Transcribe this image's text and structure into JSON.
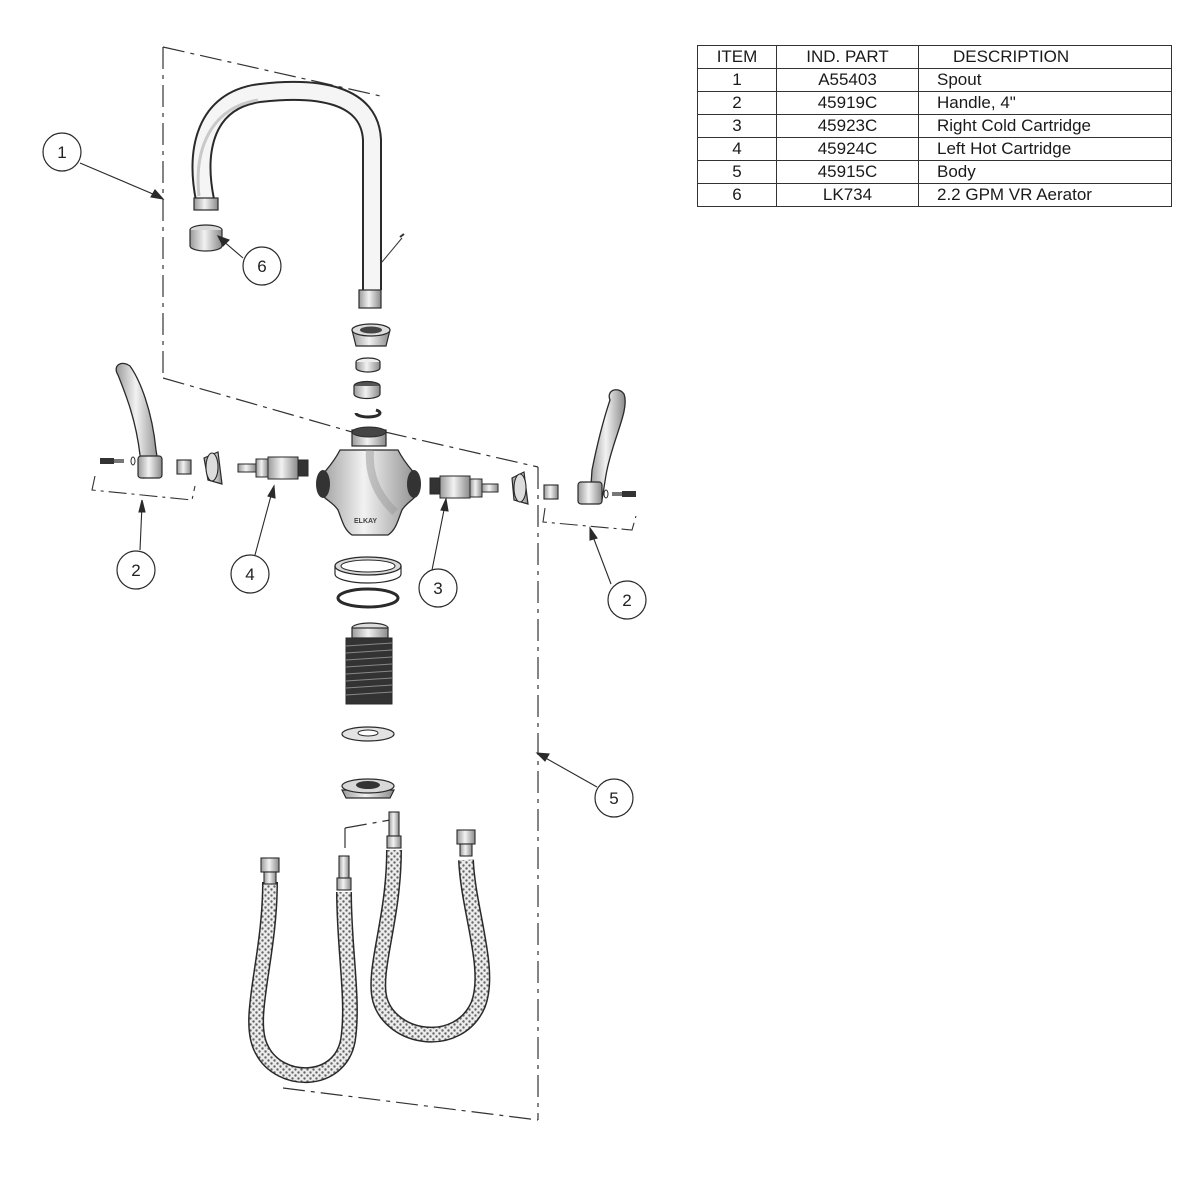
{
  "table": {
    "headers": {
      "item": "ITEM",
      "part": "IND. PART",
      "description": "DESCRIPTION"
    },
    "rows": [
      {
        "item": "1",
        "part": "A55403",
        "description": "Spout"
      },
      {
        "item": "2",
        "part": "45919C",
        "description": "Handle, 4\""
      },
      {
        "item": "3",
        "part": "45923C",
        "description": "Right Cold Cartridge"
      },
      {
        "item": "4",
        "part": "45924C",
        "description": "Left Hot Cartridge"
      },
      {
        "item": "5",
        "part": "45915C",
        "description": "Body"
      },
      {
        "item": "6",
        "part": "LK734",
        "description": "2.2 GPM VR Aerator"
      }
    ]
  },
  "callouts": {
    "spout": "1",
    "handle_left": "2",
    "handle_right": "2",
    "right_cartridge": "3",
    "left_cartridge": "4",
    "body": "5",
    "aerator": "6"
  },
  "body_brand": "ELKAY",
  "colors": {
    "line": "#2a2a2a",
    "fill_light": "#e6e6e6",
    "fill_mid": "#b9b9b9",
    "fill_dark": "#555555"
  }
}
